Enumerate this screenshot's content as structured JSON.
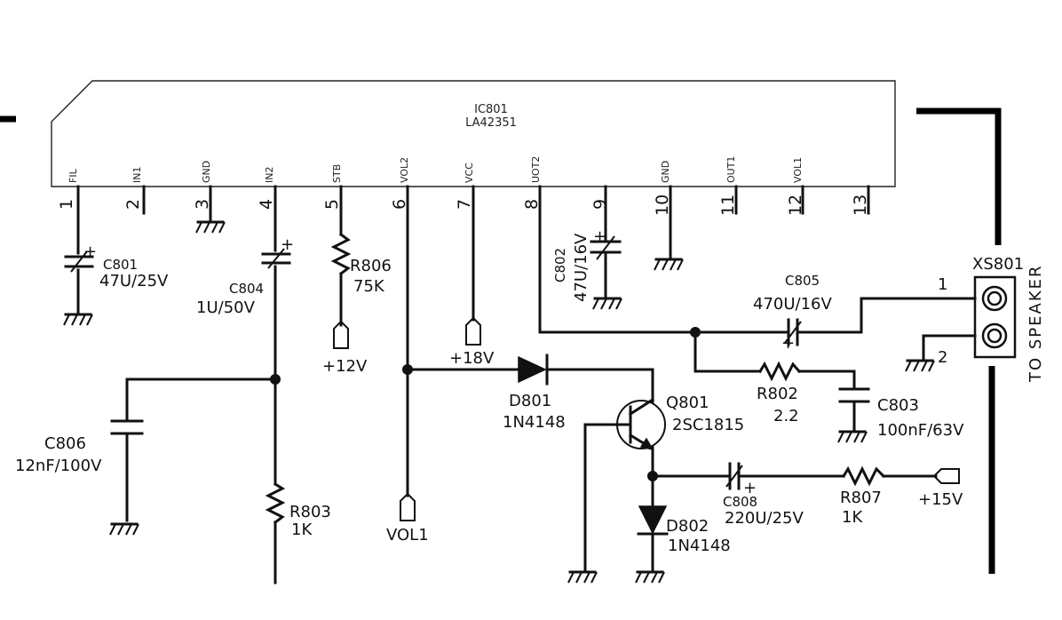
{
  "ic": {
    "ref": "IC801",
    "part": "LA42351",
    "pins": [
      {
        "num": "1",
        "name": "FIL"
      },
      {
        "num": "2",
        "name": "IN1"
      },
      {
        "num": "3",
        "name": "GND"
      },
      {
        "num": "4",
        "name": "IN2"
      },
      {
        "num": "5",
        "name": "STB"
      },
      {
        "num": "6",
        "name": "VOL2"
      },
      {
        "num": "7",
        "name": "VCC"
      },
      {
        "num": "8",
        "name": "UOT2"
      },
      {
        "num": "9",
        "name": ""
      },
      {
        "num": "10",
        "name": "GND"
      },
      {
        "num": "11",
        "name": "OUT1"
      },
      {
        "num": "12",
        "name": "VOL1"
      },
      {
        "num": "13",
        "name": ""
      }
    ]
  },
  "components": {
    "c801": {
      "ref": "C801",
      "value": "47U/25V"
    },
    "c802": {
      "ref": "C802",
      "value": "47U/16V"
    },
    "c803": {
      "ref": "C803",
      "value": "100nF/63V"
    },
    "c804": {
      "ref": "C804",
      "value": "1U/50V"
    },
    "c805": {
      "ref": "C805",
      "value": "470U/16V"
    },
    "c806": {
      "ref": "C806",
      "value": "12nF/100V"
    },
    "c808": {
      "ref": "C808",
      "value": "220U/25V"
    },
    "r802": {
      "ref": "R802",
      "value": "2.2"
    },
    "r803": {
      "ref": "R803",
      "value": "1K"
    },
    "r806": {
      "ref": "R806",
      "value": "75K"
    },
    "r807": {
      "ref": "R807",
      "value": "1K"
    },
    "d801": {
      "ref": "D801",
      "value": "1N4148"
    },
    "d802": {
      "ref": "D802",
      "value": "1N4148"
    },
    "q801": {
      "ref": "Q801",
      "value": "2SC1815"
    }
  },
  "terminals": {
    "v12": "+12V",
    "v18": "+18V",
    "vol1": "VOL1",
    "v15": "+15V"
  },
  "connector": {
    "ref": "XS801",
    "pin1": "1",
    "pin2": "2",
    "caption": "TO SPEAKER"
  },
  "polarity_mark": "+"
}
